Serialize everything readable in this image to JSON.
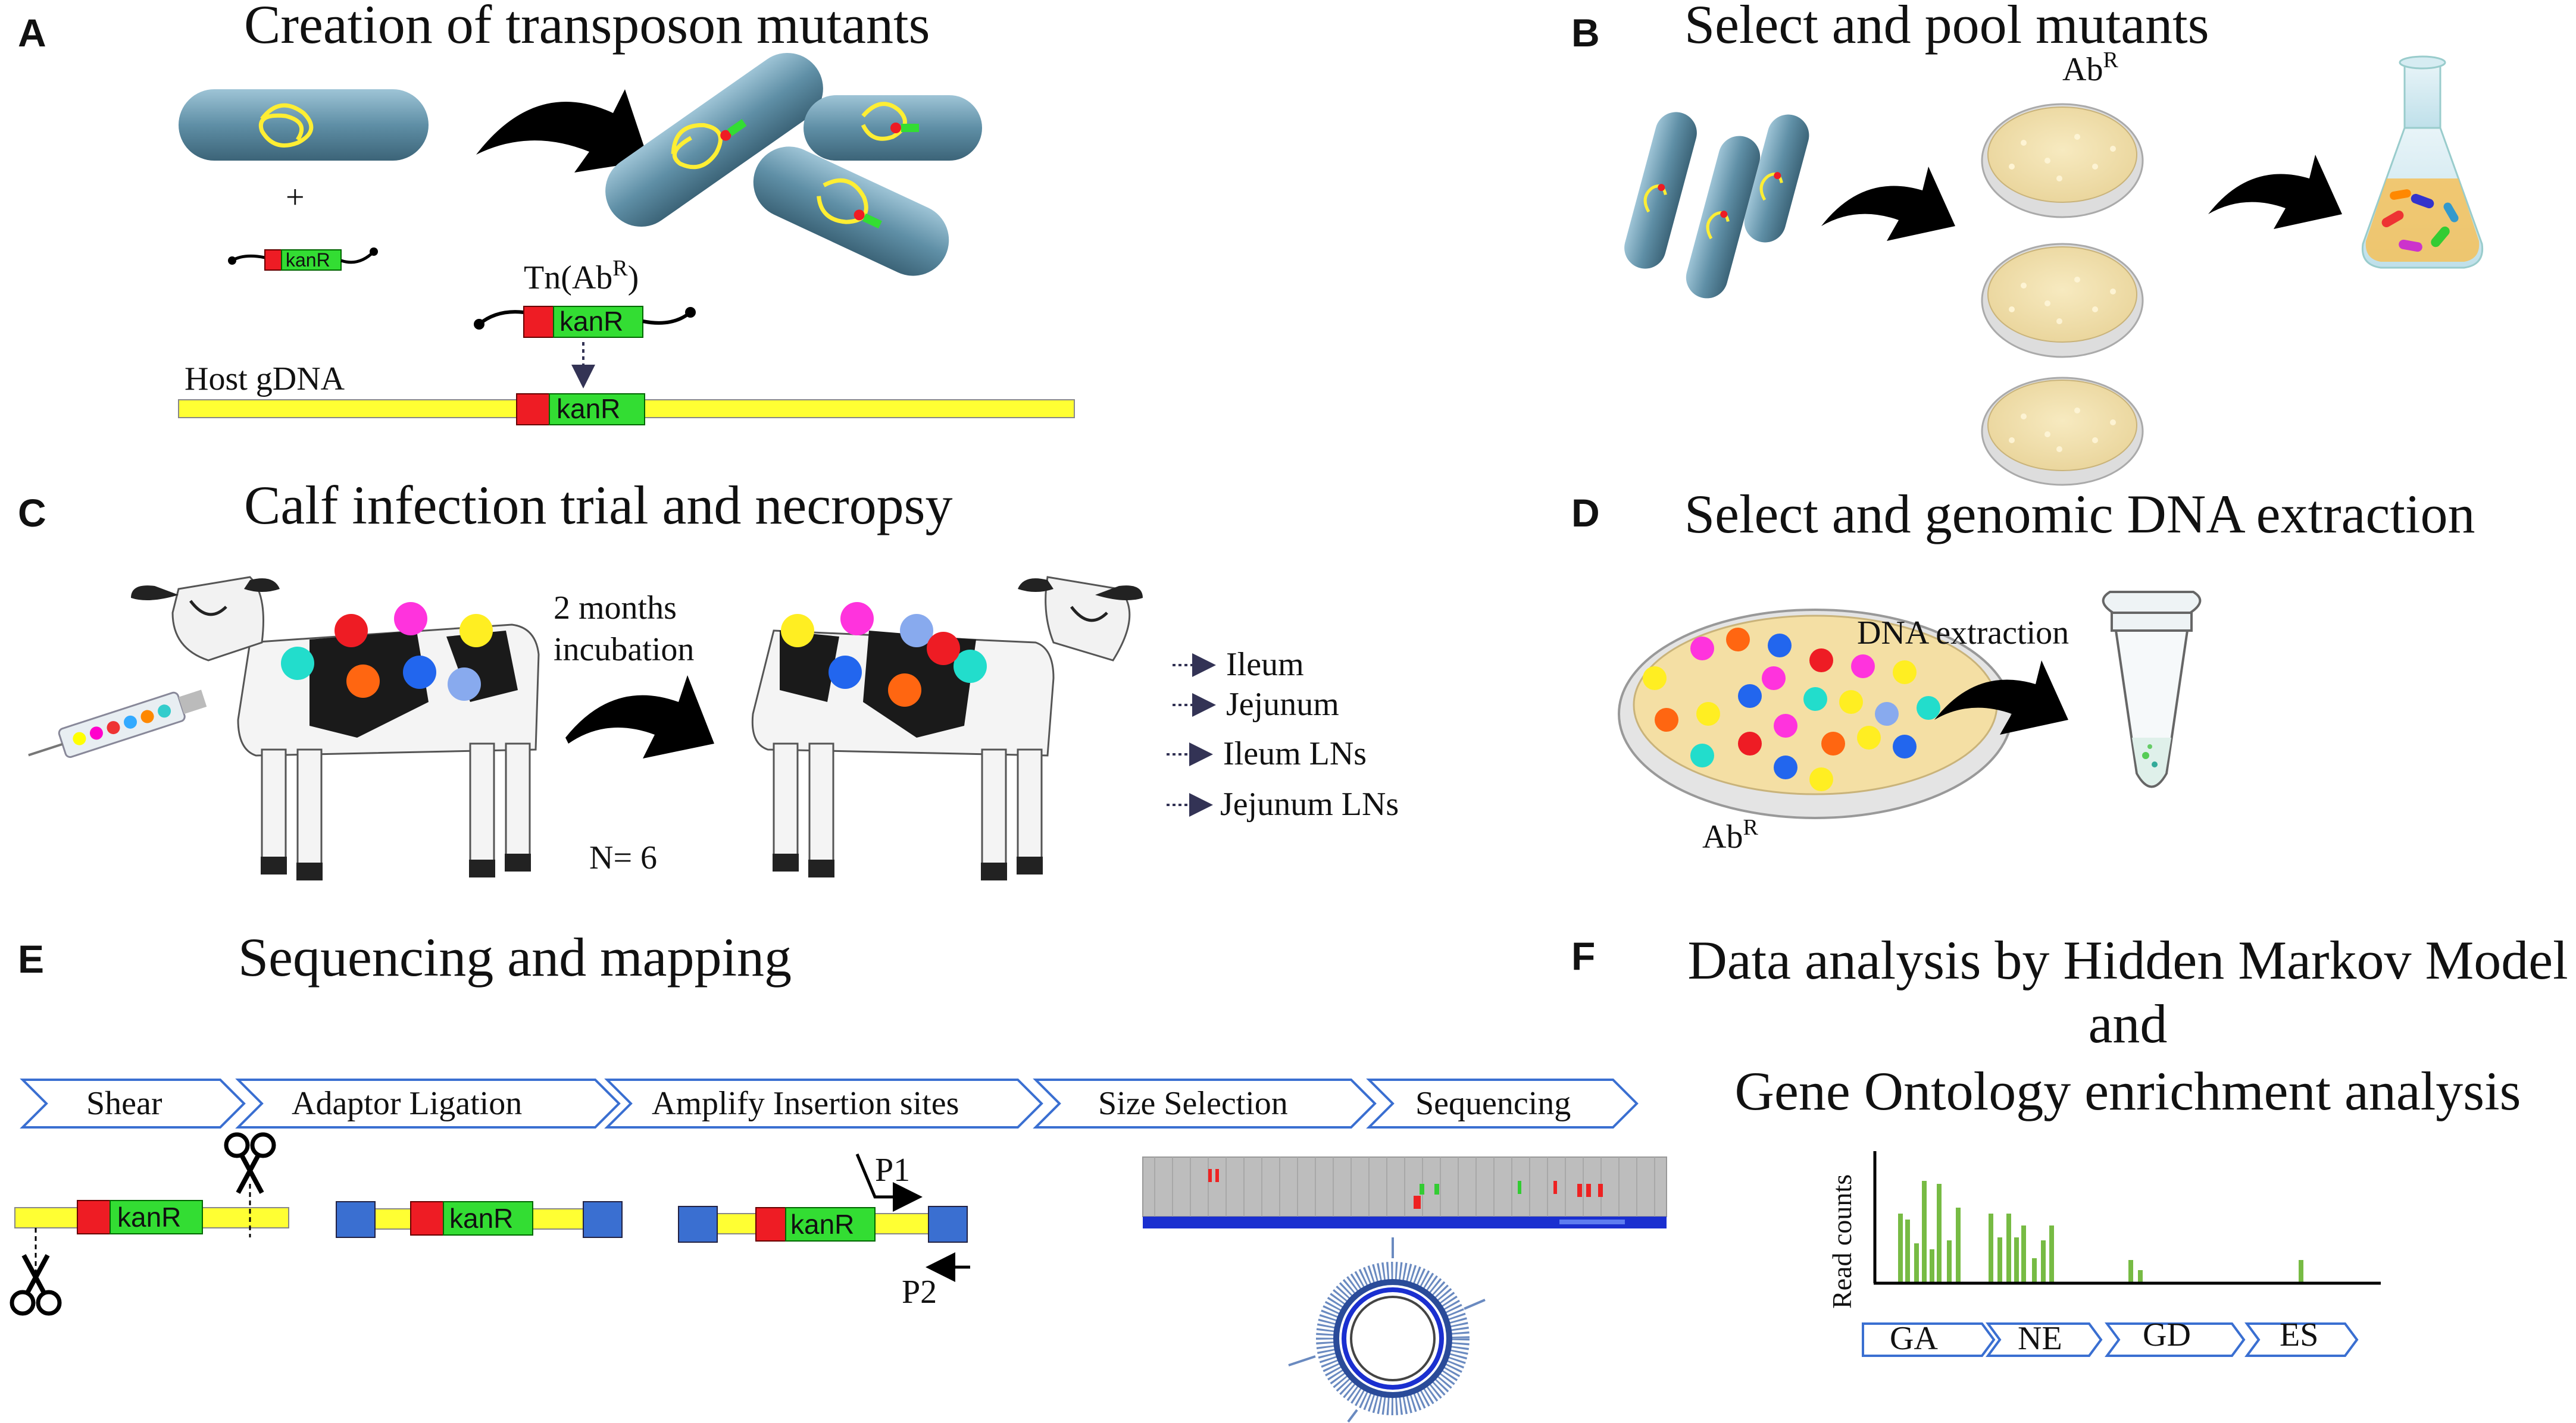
{
  "colors": {
    "bacteria": "#5f8fa6",
    "dna": "#ffff33",
    "kanR": "#33dd33",
    "insert_end": "#ee1c24",
    "adaptor": "#3a6fd1",
    "plate": "#f3e2a8",
    "arrow": "#000000"
  },
  "panelA": {
    "label": "A",
    "title": "Creation of transposon mutants",
    "plus": "+",
    "kanR_small": "kanR",
    "tn_label": "Tn(Ab",
    "tn_sup": "R",
    "tn_close": ")",
    "kanR_tn": "kanR",
    "host_label": "Host gDNA",
    "kanR_host": "kanR"
  },
  "panelB": {
    "label": "B",
    "title": "Select and pool mutants",
    "ab_label": "Ab",
    "ab_sup": "R"
  },
  "panelC": {
    "label": "C",
    "title": "Calf infection trial and necropsy",
    "incubation_line1": "2 months",
    "incubation_line2": "incubation",
    "n_label": "N= 6",
    "tissues": [
      "Ileum",
      "Jejunum",
      "Ileum LNs",
      "Jejunum LNs"
    ]
  },
  "panelD": {
    "label": "D",
    "title": "Select and genomic DNA extraction",
    "dna_extraction": "DNA extraction",
    "ab_label": "Ab",
    "ab_sup": "R"
  },
  "panelE": {
    "label": "E",
    "title": "Sequencing and mapping",
    "steps": [
      "Shear",
      "Adaptor Ligation",
      "Amplify Insertion sites",
      "Size Selection",
      "Sequencing"
    ],
    "kanR_1": "kanR",
    "kanR_2": "kanR",
    "kanR_3": "kanR",
    "p1": "P1",
    "p2": "P2"
  },
  "panelF": {
    "label": "F",
    "title_line1": "Data analysis by Hidden Markov Model",
    "title_line2": "and",
    "title_line3": "Gene Ontology enrichment analysis",
    "y_axis_label": "Read counts",
    "categories": [
      "GA",
      "NE",
      "GD",
      "ES"
    ]
  }
}
